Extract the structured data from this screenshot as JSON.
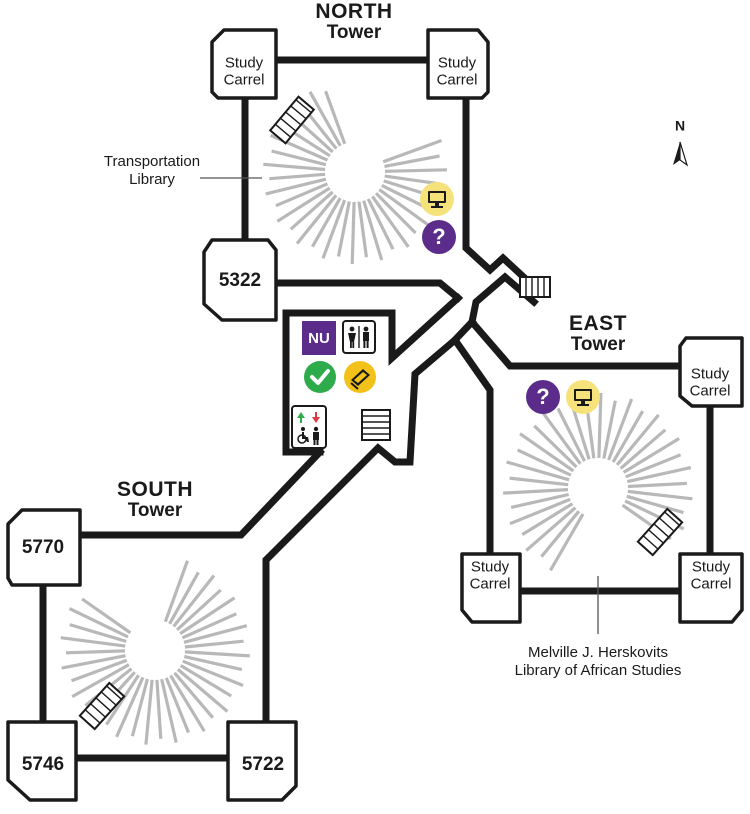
{
  "map": {
    "towers": {
      "north": {
        "name": "NORTH",
        "sub": "Tower"
      },
      "east": {
        "name": "EAST",
        "sub": "Tower"
      },
      "south": {
        "name": "SOUTH",
        "sub": "Tower"
      }
    },
    "carrels": {
      "north_left": {
        "line1": "Study",
        "line2": "Carrel"
      },
      "north_right": {
        "line1": "Study",
        "line2": "Carrel"
      },
      "east_top": {
        "line1": "Study",
        "line2": "Carrel"
      },
      "east_bottom_left": {
        "line1": "Study",
        "line2": "Carrel"
      },
      "east_bottom_right": {
        "line1": "Study",
        "line2": "Carrel"
      }
    },
    "rooms": {
      "r5322": "5322",
      "r5770": "5770",
      "r5746": "5746",
      "r5722": "5722"
    },
    "collections": {
      "transportation": {
        "line1": "Transportation",
        "line2": "Library"
      },
      "herskovits": {
        "line1": "Melville J. Herskovits",
        "line2": "Library of African Studies"
      }
    },
    "compass": "N",
    "icons": {
      "nu_logo": "NU",
      "computer": "computer-icon",
      "help": "?",
      "restroom": "restroom-icon",
      "checkout": "checkmark-icon",
      "scanner": "scanner-icon",
      "elevator": "elevator-icon"
    },
    "colors": {
      "wall": "#1a1a1a",
      "shelf": "#b8b8b8",
      "computer_bg": "#f6e27a",
      "help_bg": "#5b2c8a",
      "nu_purple": "#5b2c8a",
      "check_green": "#2eab4a",
      "scanner_yellow": "#f2c21a",
      "arrow_up": "#2eab4a",
      "arrow_down": "#e0393e"
    }
  }
}
